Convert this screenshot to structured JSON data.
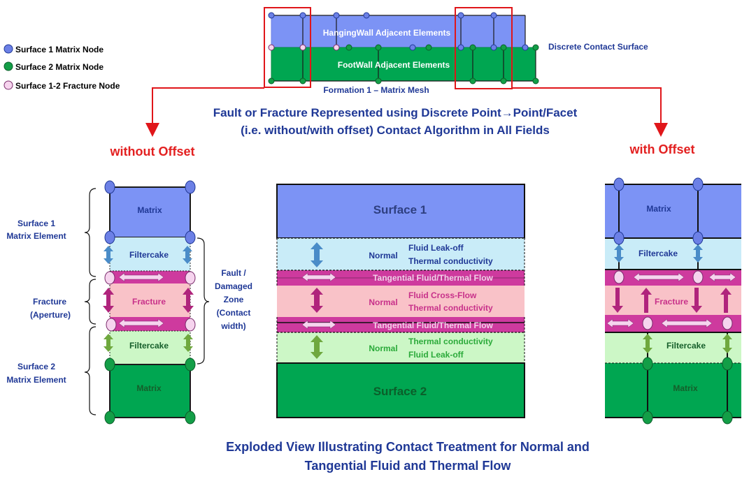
{
  "colors": {
    "blue_fill": "#7C93F5",
    "green_fill": "#00A651",
    "filtercake_blue": "#C9ECF8",
    "filtercake_green": "#CCF7C6",
    "fracture_pink": "#F9C2C8",
    "magenta_band": "#CE3A9E",
    "blue_node": "#6C80E6",
    "green_node": "#139E47",
    "fracture_node": "#F6D4EE",
    "navy_text": "#1F3896",
    "red_text": "#E32020",
    "red_box": "#E0161A",
    "magenta_text": "#C8318A",
    "green_text": "#2BAA3A"
  },
  "legend": [
    {
      "label": "Surface 1 Matrix Node",
      "node": "blue"
    },
    {
      "label": "Surface 2 Matrix Node",
      "node": "green"
    },
    {
      "label": "Surface 1-2 Fracture Node",
      "node": "fracture"
    }
  ],
  "mesh": {
    "hanging_label": "HangingWall Adjacent Elements",
    "footwall_label": "FootWall Adjacent Elements",
    "caption": "Formation 1 – Matrix Mesh",
    "contact_label": "Discrete Contact Surface"
  },
  "headline": {
    "line1": "Fault or Fracture Represented using Discrete Point→Point/Facet",
    "line2": "(i.e. without/with offset) Contact Algorithm in All Fields"
  },
  "left_panel": {
    "title": "without Offset",
    "matrix_top": "Matrix",
    "filtercake_top": "Filtercake",
    "fracture": "Fracture",
    "filtercake_bottom": "Filtercake",
    "matrix_bottom": "Matrix",
    "brace_surface1": [
      "Surface 1",
      "Matrix Element"
    ],
    "brace_fracture": [
      "Fracture",
      "(Aperture)"
    ],
    "brace_surface2": [
      "Surface 2",
      "Matrix Element"
    ],
    "brace_zone": [
      "Fault /",
      "Damaged",
      "Zone",
      "(Contact",
      "width)"
    ]
  },
  "center_panel": {
    "surface1": "Surface 1",
    "surface2": "Surface 2",
    "row1_normal": "Normal",
    "row1_lines": [
      "Fluid Leak-off",
      "Thermal conductivity"
    ],
    "tangential_top": "Tangential Fluid/Thermal Flow",
    "row2_normal": "Normal",
    "row2_lines": [
      "Fluid Cross-Flow",
      "Thermal conductivity"
    ],
    "tangential_bottom": "Tangential Fluid/Thermal Flow",
    "row3_normal": "Normal",
    "row3_lines": [
      "Thermal conductivity",
      "Fluid Leak-off"
    ]
  },
  "right_panel": {
    "title": "with Offset",
    "matrix_top": "Matrix",
    "filtercake_top": "Filtercake",
    "fracture": "Fracture",
    "filtercake_bottom": "Filtercake",
    "matrix_bottom": "Matrix"
  },
  "footer": {
    "line1": "Exploded View Illustrating Contact Treatment for Normal and",
    "line2": "Tangential Fluid and Thermal Flow"
  }
}
